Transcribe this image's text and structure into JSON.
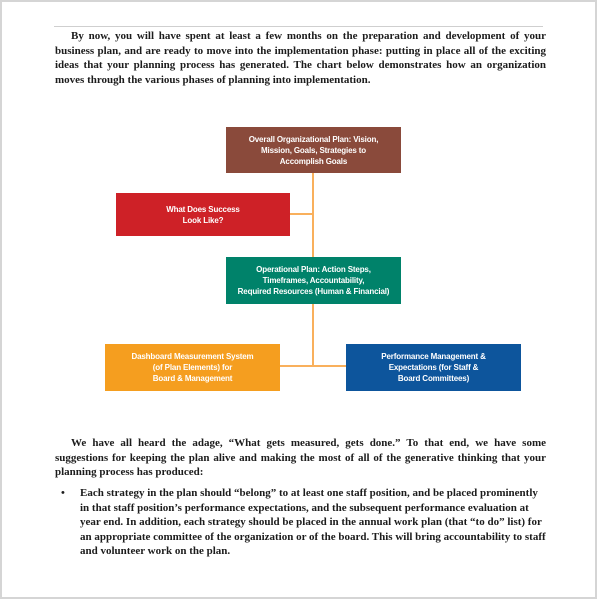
{
  "document": {
    "intro_paragraph": "By now, you will have spent at least a few months on the preparation and development of your business plan, and are ready to move into the implementation phase: putting in place all of the exciting ideas that your planning process has generated. The chart below demonstrates how an organization moves through the various phases of planning into implementation.",
    "adage_paragraph": "We have all heard the adage, “What gets measured, gets done.” To that end, we have some suggestions for keeping the plan alive and making the most of all of the generative thinking that your planning process has produced:",
    "bullet_marker": "•",
    "bullets": [
      "Each strategy in the plan should “belong” to at least one staff position, and be placed prominently in that staff position’s performance expectations, and the subsequent performance evaluation at year end. In addition, each strategy should be placed in the annual work plan (that “to do” list) for an appropriate committee of the organization or of the board. This will bring accountability to staff and volunteer work on the plan."
    ]
  },
  "diagram": {
    "connector_color": "#F9B05C",
    "nodes": [
      {
        "id": "overall-plan",
        "label": "Overall Organizational Plan: Vision,\nMission, Goals, Strategies to\nAccomplish Goals",
        "color": "#8A4A3B"
      },
      {
        "id": "success",
        "label": "What Does Success\nLook Like?",
        "color": "#CE2127"
      },
      {
        "id": "operational-plan",
        "label": "Operational Plan: Action Steps,\nTimeframes, Accountability,\nRequired Resources (Human & Financial)",
        "color": "#00826A"
      },
      {
        "id": "dashboard",
        "label": "Dashboard Measurement System\n(of Plan Elements) for\nBoard & Management",
        "color": "#F59E1F"
      },
      {
        "id": "performance",
        "label": "Performance Management &\nExpectations (for Staff &\nBoard Committees)",
        "color": "#0D559C"
      }
    ],
    "edges": [
      {
        "from": "overall-plan",
        "to": "operational-plan"
      },
      {
        "from": "success",
        "to": "overall-plan"
      },
      {
        "from": "operational-plan",
        "to": "dashboard"
      },
      {
        "from": "operational-plan",
        "to": "performance"
      }
    ]
  }
}
